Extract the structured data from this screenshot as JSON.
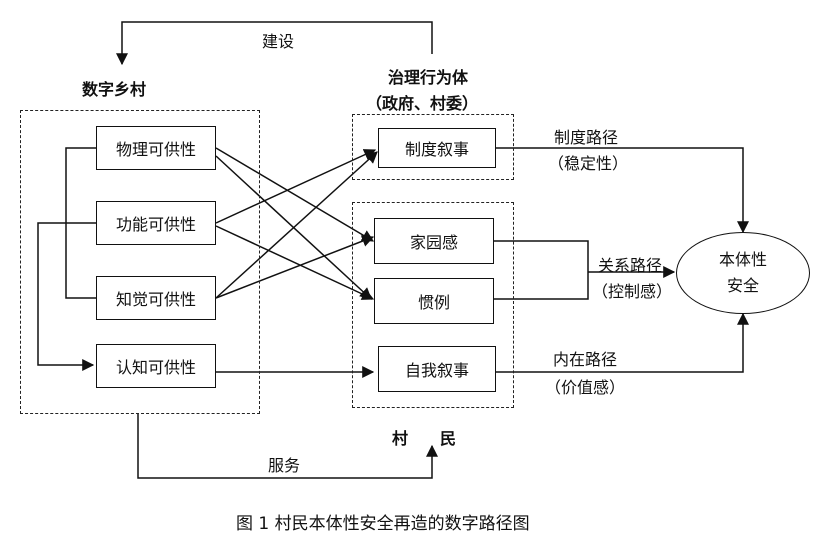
{
  "groups": {
    "digital_village": "数字乡村",
    "governance_line1": "治理行为体",
    "governance_line2": "（政府、村委）",
    "villagers": "村　　民"
  },
  "left_nodes": {
    "physical": "物理可供性",
    "functional": "功能可供性",
    "perceptual": "知觉可供性",
    "cognitive": "认知可供性"
  },
  "middle_nodes": {
    "institutional_narrative": "制度叙事",
    "homeland": "家园感",
    "custom": "惯例",
    "self_narrative": "自我叙事"
  },
  "paths": {
    "institutional_path": "制度路径",
    "institutional_sub": "（稳定性）",
    "relational_path": "关系路径",
    "relational_sub": "（控制感）",
    "internal_path": "内在路径",
    "internal_sub": "（价值感）"
  },
  "target": {
    "line1": "本体性",
    "line2": "安全"
  },
  "loop_labels": {
    "build": "建设",
    "serve": "服务"
  },
  "caption": "图 1  村民本体性安全再造的数字路径图"
}
